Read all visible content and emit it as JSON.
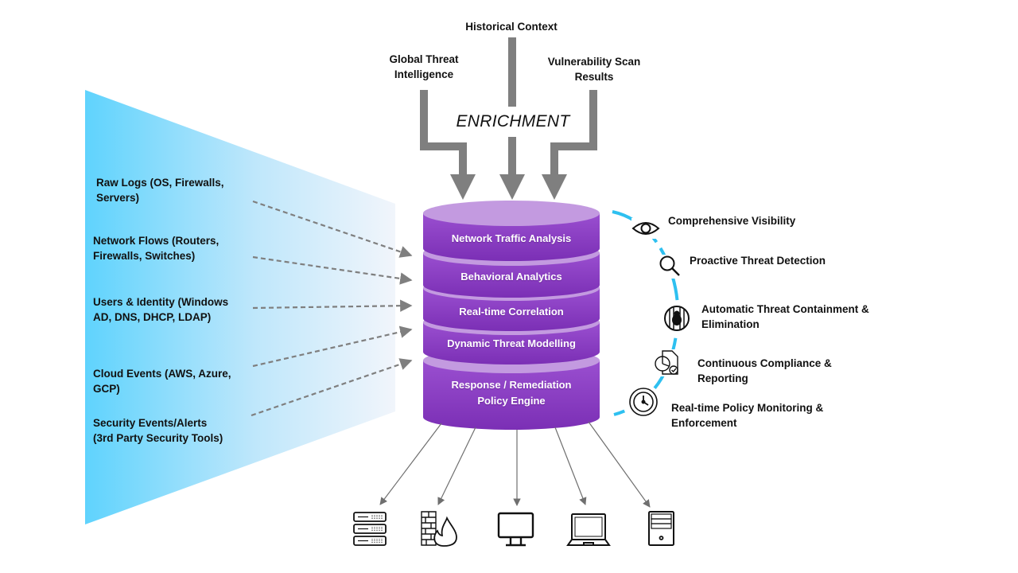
{
  "enrichment": {
    "title": "ENRICHMENT",
    "sources": [
      {
        "label_lines": [
          "Historical Context"
        ]
      },
      {
        "label_lines": [
          "Global Threat",
          "Intelligence"
        ]
      },
      {
        "label_lines": [
          "Vulnerability Scan",
          "Results"
        ]
      }
    ]
  },
  "data_sources": [
    {
      "label_lines": [
        "Raw Logs (OS, Firewalls,",
        "Servers)"
      ]
    },
    {
      "label_lines": [
        "Network Flows (Routers,",
        "Firewalls, Switches)"
      ]
    },
    {
      "label_lines": [
        "Users & Identity (Windows",
        "AD, DNS, DHCP,  LDAP)"
      ]
    },
    {
      "label_lines": [
        "Cloud Events (AWS, Azure,",
        "GCP)"
      ]
    },
    {
      "label_lines": [
        "Security Events/Alerts",
        "(3rd Party Security Tools)"
      ]
    }
  ],
  "engine_layers": [
    {
      "label_lines": [
        "Network Traffic Analysis"
      ]
    },
    {
      "label_lines": [
        "Behavioral Analytics"
      ]
    },
    {
      "label_lines": [
        "Real-time Correlation"
      ]
    },
    {
      "label_lines": [
        "Dynamic Threat Modelling"
      ]
    },
    {
      "label_lines": [
        "Response / Remediation",
        "Policy Engine"
      ]
    }
  ],
  "benefits": [
    {
      "icon": "eye-icon",
      "label_lines": [
        "Comprehensive Visibility"
      ]
    },
    {
      "icon": "magnifier-icon",
      "label_lines": [
        "Proactive Threat Detection"
      ]
    },
    {
      "icon": "caged-bug-icon",
      "label_lines": [
        "Automatic Threat Containment &",
        "Elimination"
      ]
    },
    {
      "icon": "compliance-report-icon",
      "label_lines": [
        "Continuous Compliance &",
        "Reporting"
      ]
    },
    {
      "icon": "clock-monitor-icon",
      "label_lines": [
        "Real-time Policy Monitoring &",
        "Enforcement"
      ]
    }
  ],
  "targets": [
    {
      "icon": "server-rack-icon"
    },
    {
      "icon": "firewall-icon"
    },
    {
      "icon": "desktop-monitor-icon"
    },
    {
      "icon": "laptop-icon"
    },
    {
      "icon": "tower-pc-icon"
    }
  ],
  "colors": {
    "panel_gradient_start": "#5fd3fd",
    "panel_gradient_end": "#f3f6fb",
    "cylinder_top": "#c39ae0",
    "cylinder_body": "#8b3fc3",
    "cylinder_dark": "#7a2fb6",
    "arc": "#2ec0f0",
    "arrow_gray": "#7f7f7f"
  }
}
